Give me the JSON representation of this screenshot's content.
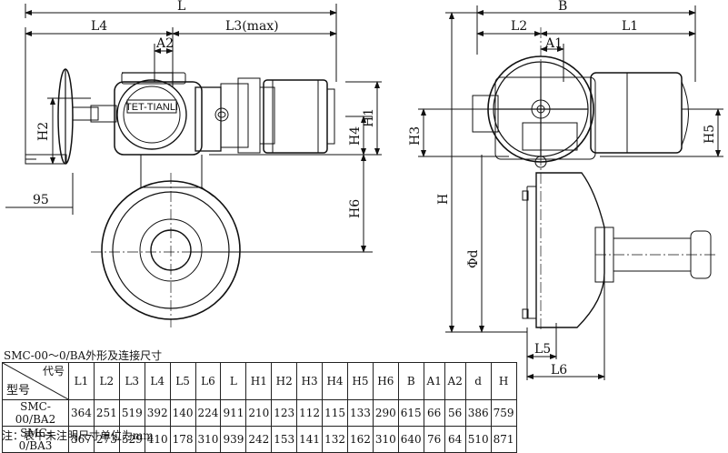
{
  "dimensions": {
    "L": "L",
    "L4": "L4",
    "L3max": "L3(max)",
    "A2": "A2",
    "H1": "H1",
    "H2": "H2",
    "H4": "H4",
    "H6": "H6",
    "d95": "95",
    "B": "B",
    "L2": "L2",
    "L1": "L1",
    "A1": "A1",
    "H3": "H3",
    "H5": "H5",
    "H": "H",
    "phid": "Φd",
    "L5": "L5",
    "L6": "L6"
  },
  "nameplate": "TET-TIANLI",
  "table": {
    "title": "SMC-00～0/BA外形及连接尺寸",
    "corner_top": "代号",
    "corner_bottom": "型号",
    "columns": [
      "L1",
      "L2",
      "L3",
      "L4",
      "L5",
      "L6",
      "L",
      "H1",
      "H2",
      "H3",
      "H4",
      "H5",
      "H6",
      "B",
      "A1",
      "A2",
      "d",
      "H"
    ],
    "rows": [
      {
        "model": "SMC-00/BA2",
        "values": [
          "364",
          "251",
          "519",
          "392",
          "140",
          "224",
          "911",
          "210",
          "123",
          "112",
          "115",
          "133",
          "290",
          "615",
          "66",
          "56",
          "386",
          "759"
        ]
      },
      {
        "model": "SMC-0/BA3",
        "values": [
          "367",
          "273",
          "529",
          "410",
          "178",
          "310",
          "939",
          "242",
          "153",
          "141",
          "132",
          "162",
          "310",
          "640",
          "76",
          "64",
          "510",
          "871"
        ]
      }
    ]
  },
  "note": "注：表中未注明尺寸单位为mm"
}
